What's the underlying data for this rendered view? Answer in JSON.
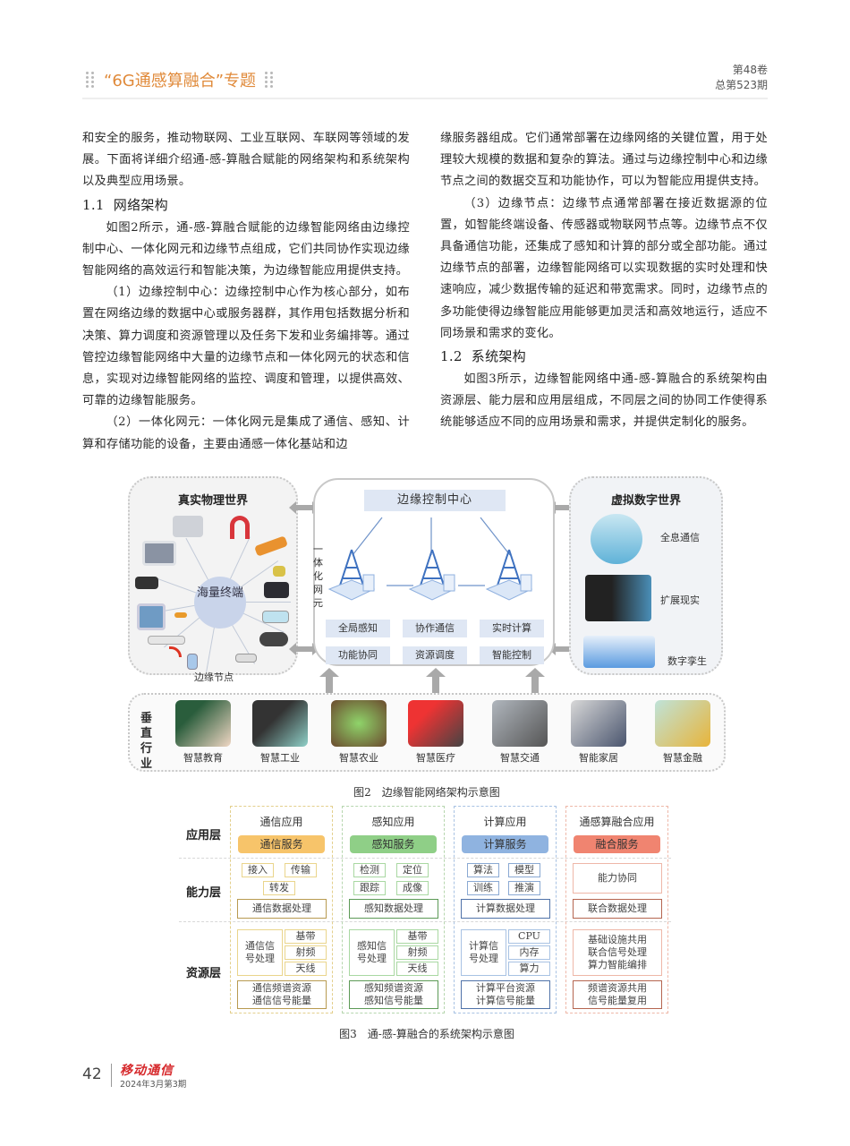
{
  "header": {
    "section_title": "“6G通感算融合”专题",
    "volume": "第48卷",
    "issue_total": "总第523期"
  },
  "left_column": {
    "p1": "和安全的服务，推动物联网、工业互联网、车联网等领域的发展。下面将详细介绍通-感-算融合赋能的网络架构和系统架构以及典型应用场景。",
    "sec1_num": "1.1",
    "sec1_title": "网络架构",
    "p2": "如图2所示，通-感-算融合赋能的边缘智能网络由边缘控制中心、一体化网元和边缘节点组成，它们共同协作实现边缘智能网络的高效运行和智能决策，为边缘智能应用提供支持。",
    "p3": "（1）边缘控制中心：边缘控制中心作为核心部分，如布置在网络边缘的数据中心或服务器群，其作用包括数据分析和决策、算力调度和资源管理以及任务下发和业务编排等。通过管控边缘智能网络中大量的边缘节点和一体化网元的状态和信息，实现对边缘智能网络的监控、调度和管理，以提供高效、可靠的边缘智能服务。",
    "p4": "（2）一体化网元：一体化网元是集成了通信、感知、计算和存储功能的设备，主要由通感一体化基站和边"
  },
  "right_column": {
    "p1": "缘服务器组成。它们通常部署在边缘网络的关键位置，用于处理较大规模的数据和复杂的算法。通过与边缘控制中心和边缘节点之间的数据交互和功能协作，可以为智能应用提供支持。",
    "p2": "（3）边缘节点：边缘节点通常部署在接近数据源的位置，如智能终端设备、传感器或物联网节点等。边缘节点不仅具备通信功能，还集成了感知和计算的部分或全部功能。通过边缘节点的部署，边缘智能网络可以实现数据的实时处理和快速响应，减少数据传输的延迟和带宽需求。同时，边缘节点的多功能使得边缘智能应用能够更加灵活和高效地运行，适应不同场景和需求的变化。",
    "sec2_num": "1.2",
    "sec2_title": "系统架构",
    "p3": "如图3所示，边缘智能网络中通-感-算融合的系统架构由资源层、能力层和应用层组成，不同层之间的协同工作使得系统能够适应不同的应用场景和需求，并提供定制化的服务。"
  },
  "figure2": {
    "physical_world": {
      "title": "真实物理世界",
      "hub": "海量终端",
      "edge_node_label": "边缘节点",
      "devices": [
        "printer-icon",
        "headphones-icon",
        "satellite-icon",
        "laptop-icon",
        "card-icon",
        "camera-icon",
        "pos-terminal-icon",
        "monitor-icon",
        "usb-drive-icon",
        "tablet-icon",
        "keyboard-icon",
        "gamepad-icon",
        "wifi-icon",
        "phone-icon",
        "router-icon"
      ]
    },
    "network": {
      "control_center": "边缘控制中心",
      "element_label": "一体化网元",
      "functions": [
        "全局感知",
        "协作通信",
        "实时计算",
        "功能协同",
        "资源调度",
        "智能控制"
      ]
    },
    "virtual_world": {
      "title": "虚拟数字世界",
      "items": [
        "全息通信",
        "扩展现实",
        "数字孪生"
      ]
    },
    "industries": {
      "title": "垂直行业",
      "items": [
        "智慧教育",
        "智慧工业",
        "智慧农业",
        "智慧医疗",
        "智慧交通",
        "智能家居",
        "智慧金融"
      ]
    },
    "caption": "图2　边缘智能网络架构示意图"
  },
  "figure3": {
    "layers": [
      "应用层",
      "能力层",
      "资源层"
    ],
    "columns": [
      {
        "app": "通信应用",
        "service": "通信服务",
        "caps": [
          "接入",
          "传输",
          "转发"
        ],
        "cap_proc": "通信数据处理",
        "sig": "通信信号处理",
        "sig_items": [
          "基带",
          "射频",
          "天线"
        ],
        "res": "通信频谱资源\n通信信号能量",
        "color": "#f7c46a",
        "border": "#e9d38a",
        "dark": "#b89a50"
      },
      {
        "app": "感知应用",
        "service": "感知服务",
        "caps": [
          "检测",
          "定位",
          "跟踪",
          "成像"
        ],
        "cap_proc": "感知数据处理",
        "sig": "感知信号处理",
        "sig_items": [
          "基带",
          "射频",
          "天线"
        ],
        "res": "感知频谱资源\n感知信号能量",
        "color": "#8fcf87",
        "border": "#a9d8a2",
        "dark": "#5c9a56"
      },
      {
        "app": "计算应用",
        "service": "计算服务",
        "caps": [
          "算法",
          "模型",
          "训练",
          "推演"
        ],
        "cap_proc": "计算数据处理",
        "sig": "计算信号处理",
        "sig_items": [
          "CPU",
          "内存",
          "算力"
        ],
        "res": "计算平台资源\n计算信号能量",
        "color": "#8fb3e0",
        "border": "#a8c2e3",
        "dark": "#4f72a8"
      },
      {
        "app": "通感算融合应用",
        "service": "融合服务",
        "caps": [
          "能力协同"
        ],
        "cap_proc": "联合数据处理",
        "sig": "基础设施共用\n联合信号处理\n算力智能编排",
        "sig_items": [],
        "res": "频谱资源共用\n信号能量复用",
        "color": "#f08470",
        "border": "#eeb7a8",
        "dark": "#b5654f"
      }
    ],
    "caption": "图3　通-感-算融合的系统架构示意图"
  },
  "footer": {
    "page_number": "42",
    "journal": "移动通信",
    "issue": "2024年3月第3期"
  }
}
